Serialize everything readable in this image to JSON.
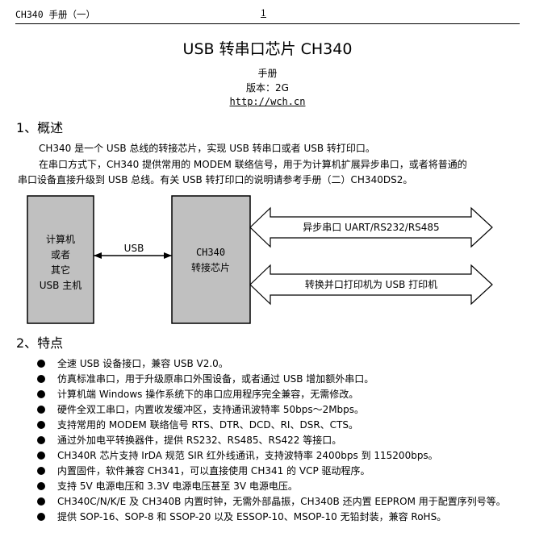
{
  "header": {
    "left": "CH340 手册（一）",
    "page": "1"
  },
  "title": "USB 转串口芯片 CH340",
  "subtitle": {
    "manual": "手册",
    "version": "版本：2G",
    "url": "http://wch.cn"
  },
  "sections": {
    "overview": "1、概述",
    "features": "2、特点"
  },
  "overview": {
    "p1": "CH340 是一个 USB 总线的转接芯片，实现 USB 转串口或者 USB 转打印口。",
    "p2": "在串口方式下，CH340 提供常用的 MODEM 联络信号，用于为计算机扩展异步串口，或者将普通的",
    "p3": "串口设备直接升级到 USB 总线。有关 USB 转打印口的说明请参考手册（二）CH340DS2。"
  },
  "diagram": {
    "host_lines": [
      "计算机",
      "或者",
      "其它",
      "USB 主机"
    ],
    "link_label": "USB",
    "chip_lines": [
      "CH340",
      "转接芯片"
    ],
    "arrow_top": "异步串口 UART/RS232/RS485",
    "arrow_bottom": "转换并口打印机为 USB 打印机",
    "colors": {
      "box_fill": "#c0c0c0",
      "stroke": "#000000"
    }
  },
  "features": [
    "全速 USB 设备接口，兼容 USB V2.0。",
    "仿真标准串口，用于升级原串口外围设备，或者通过 USB 增加额外串口。",
    "计算机端 Windows 操作系统下的串口应用程序完全兼容，无需修改。",
    "硬件全双工串口，内置收发缓冲区，支持通讯波特率 50bps～2Mbps。",
    "支持常用的 MODEM 联络信号 RTS、DTR、DCD、RI、DSR、CTS。",
    "通过外加电平转换器件，提供 RS232、RS485、RS422 等接口。",
    "CH340R 芯片支持 IrDA 规范 SIR 红外线通讯，支持波特率 2400bps 到 115200bps。",
    "内置固件，软件兼容 CH341，可以直接使用 CH341 的 VCP 驱动程序。",
    "支持 5V 电源电压和 3.3V 电源电压甚至 3V 电源电压。",
    "CH340C/N/K/E 及 CH340B 内置时钟，无需外部晶振，CH340B 还内置 EEPROM 用于配置序列号等。",
    "提供 SOP-16、SOP-8 和 SSOP-20 以及 ESSOP-10、MSOP-10 无铅封装，兼容 RoHS。"
  ]
}
